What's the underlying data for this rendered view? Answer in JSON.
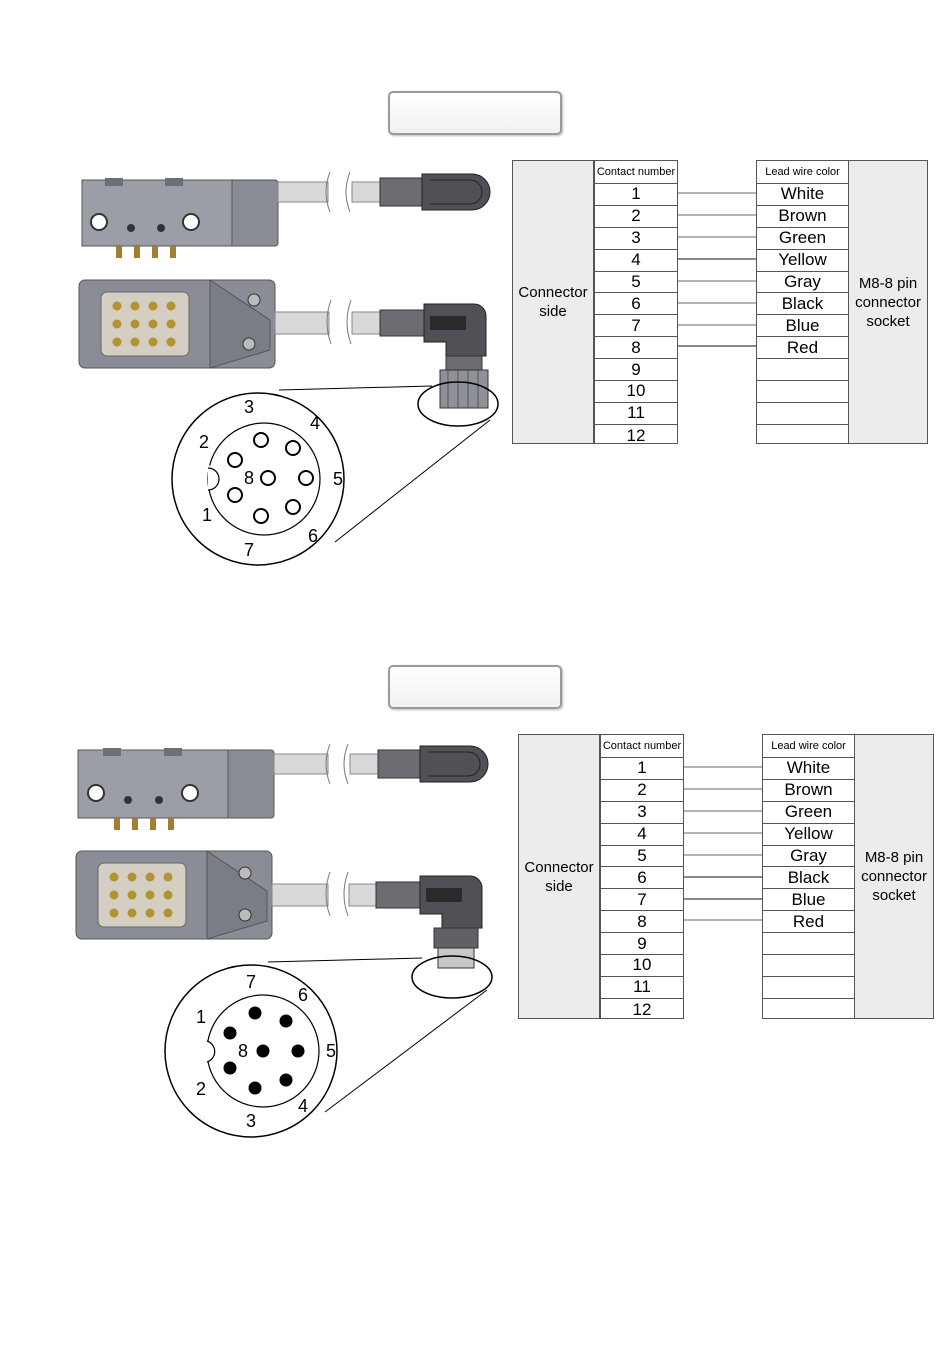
{
  "sections": [
    {
      "pin_labels": [
        "1",
        "2",
        "3",
        "4",
        "5",
        "6",
        "7",
        "8"
      ],
      "table": {
        "connector_side": "Connector\nside",
        "contact_header": "Contact number",
        "lead_header": "Lead wire color",
        "socket_label": "M8-8 pin\nconnector\nsocket",
        "contacts": [
          "1",
          "2",
          "3",
          "4",
          "5",
          "6",
          "7",
          "8",
          "9",
          "10",
          "11",
          "12"
        ],
        "colors": [
          "White",
          "Brown",
          "Green",
          "Yellow",
          "Gray",
          "Black",
          "Blue",
          "Red",
          "",
          "",
          "",
          ""
        ]
      }
    },
    {
      "pin_labels": [
        "1",
        "2",
        "3",
        "4",
        "5",
        "6",
        "7",
        "8"
      ],
      "table": {
        "connector_side": "Connector\nside",
        "contact_header": "Contact number",
        "lead_header": "Lead wire color",
        "socket_label": "M8-8 pin\nconnector\nsocket",
        "contacts": [
          "1",
          "2",
          "3",
          "4",
          "5",
          "6",
          "7",
          "8",
          "9",
          "10",
          "11",
          "12"
        ],
        "colors": [
          "White",
          "Brown",
          "Green",
          "Yellow",
          "Gray",
          "Black",
          "Blue",
          "Red",
          "",
          "",
          "",
          ""
        ]
      }
    }
  ]
}
